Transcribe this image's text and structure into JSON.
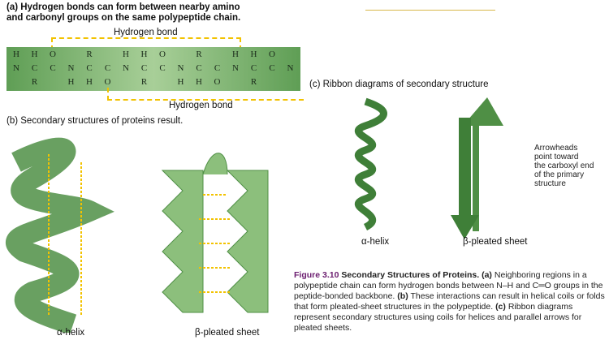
{
  "panel_a": {
    "title_line1": "(a) Hydrogen bonds can form between nearby amino",
    "title_line2": "and carbonyl groups on the same polypeptide chain.",
    "hbond_top": "Hydrogen bond",
    "hbond_bottom": "Hydrogen bond",
    "backbone": [
      "N",
      "C",
      "C",
      "N",
      "C",
      "C",
      "N",
      "C",
      "C",
      "N",
      "C",
      "C",
      "N",
      "C",
      "C",
      "N"
    ],
    "top": [
      "H",
      "H",
      "O",
      "",
      "R",
      "",
      "H",
      "H",
      "O",
      "",
      "R",
      "",
      "H",
      "H",
      "O",
      ""
    ],
    "bottom": [
      "",
      "R",
      "",
      "H",
      "H",
      "O",
      "",
      "R",
      "",
      "H",
      "H",
      "O",
      "",
      "R",
      "",
      ""
    ]
  },
  "panel_b": {
    "title": "(b) Secondary structures of proteins result.",
    "helix_label": "α-helix",
    "sheet_label": "β-pleated sheet"
  },
  "panel_c": {
    "title": "(c) Ribbon diagrams of secondary structure",
    "helix_label": "α-helix",
    "sheet_label": "β-pleated sheet",
    "annotation": [
      "Arrowheads",
      "point toward",
      "the carboxyl end",
      "of the primary",
      "structure"
    ]
  },
  "caption": {
    "figure": "Figure 3.10",
    "title": "Secondary Structures of Proteins.",
    "a": "(a)",
    "text_a": "Neighboring regions in a polypeptide chain can form hydrogen bonds between N–H and C═O groups in the peptide-bonded backbone.",
    "b": "(b)",
    "text_b": "These interactions can result in helical coils or folds that form pleated-sheet structures in the polypeptide.",
    "c": "(c)",
    "text_c": "Ribbon diagrams represent secondary structures using coils for helices and parallel arrows for pleated sheets."
  },
  "colors": {
    "green": "#4f8f45",
    "hbond": "#f2c200",
    "figure": "#6a1b6e"
  }
}
